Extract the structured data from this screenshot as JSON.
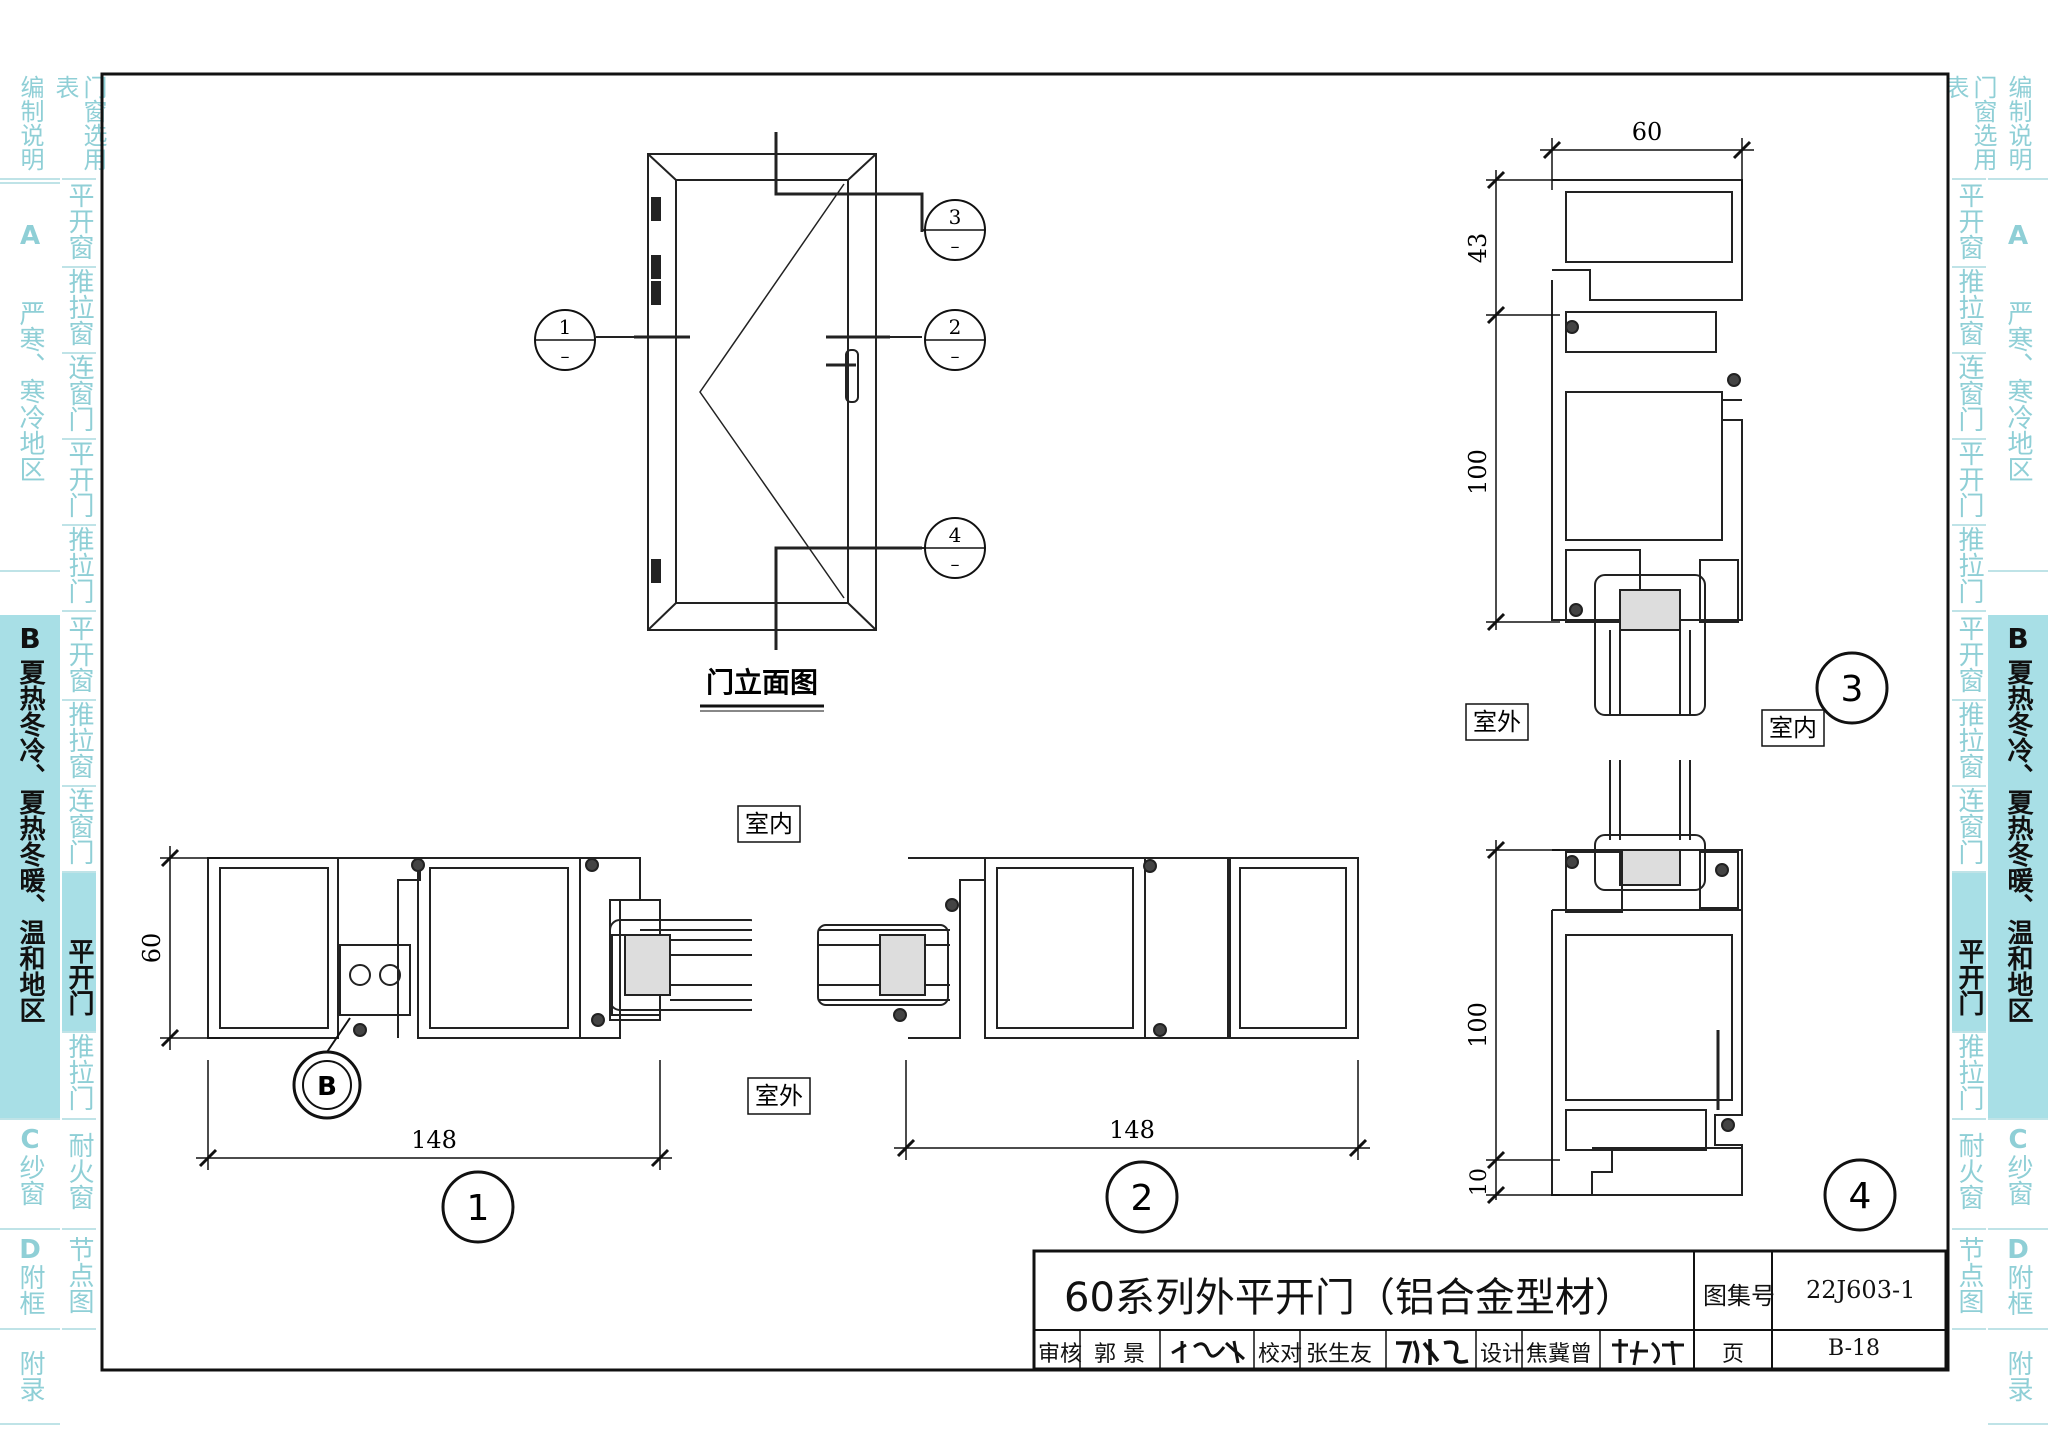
{
  "left_tabs": [
    {
      "id": "intro",
      "text": "编制说明"
    },
    {
      "id": "selector",
      "text": "门窗选用表"
    },
    {
      "id": "A",
      "letter": "A",
      "text": "严寒、寒冷地区"
    },
    {
      "id": "B",
      "letter": "B",
      "text": "夏热冬冷、夏热冬暖、温和地区"
    },
    {
      "id": "C",
      "letter": "C",
      "text": "纱窗"
    },
    {
      "id": "D",
      "letter": "D",
      "text": "附框"
    },
    {
      "id": "appendix",
      "text": "附录"
    }
  ],
  "sub_tabs": {
    "A": [
      "平开窗",
      "推拉窗",
      "连窗门",
      "平开门",
      "推拉门"
    ],
    "B": [
      "平开窗",
      "推拉窗",
      "连窗门",
      "平开门",
      "推拉门"
    ],
    "C": [
      "耐火窗"
    ],
    "D": [
      "节点图"
    ]
  },
  "drawing": {
    "elevation_title": "门立面图",
    "callouts": [
      {
        "num": "1",
        "sub": "–"
      },
      {
        "num": "2",
        "sub": "–"
      },
      {
        "num": "3",
        "sub": "–"
      },
      {
        "num": "4",
        "sub": "–"
      }
    ],
    "labels": {
      "indoor": "室内",
      "outdoor": "室外"
    },
    "detail_numbers": [
      "1",
      "2",
      "3",
      "4"
    ],
    "marker_b": "B",
    "dims": {
      "d1_width": "148",
      "d1_depth": "60",
      "d2_width": "148",
      "v_top": "60",
      "v_a": "43",
      "v_b": "100",
      "v_c": "100",
      "v_d": "10"
    }
  },
  "title_block": {
    "title": "60系列外平开门（铝合金型材）",
    "atlas_label": "图集号",
    "atlas_no": "22J603-1",
    "review_label": "审核",
    "reviewer": "郭 景",
    "check_label": "校对",
    "checker": "张生友",
    "design_label": "设计",
    "designer": "焦冀曾",
    "page_label": "页",
    "page_no": "B-18"
  }
}
